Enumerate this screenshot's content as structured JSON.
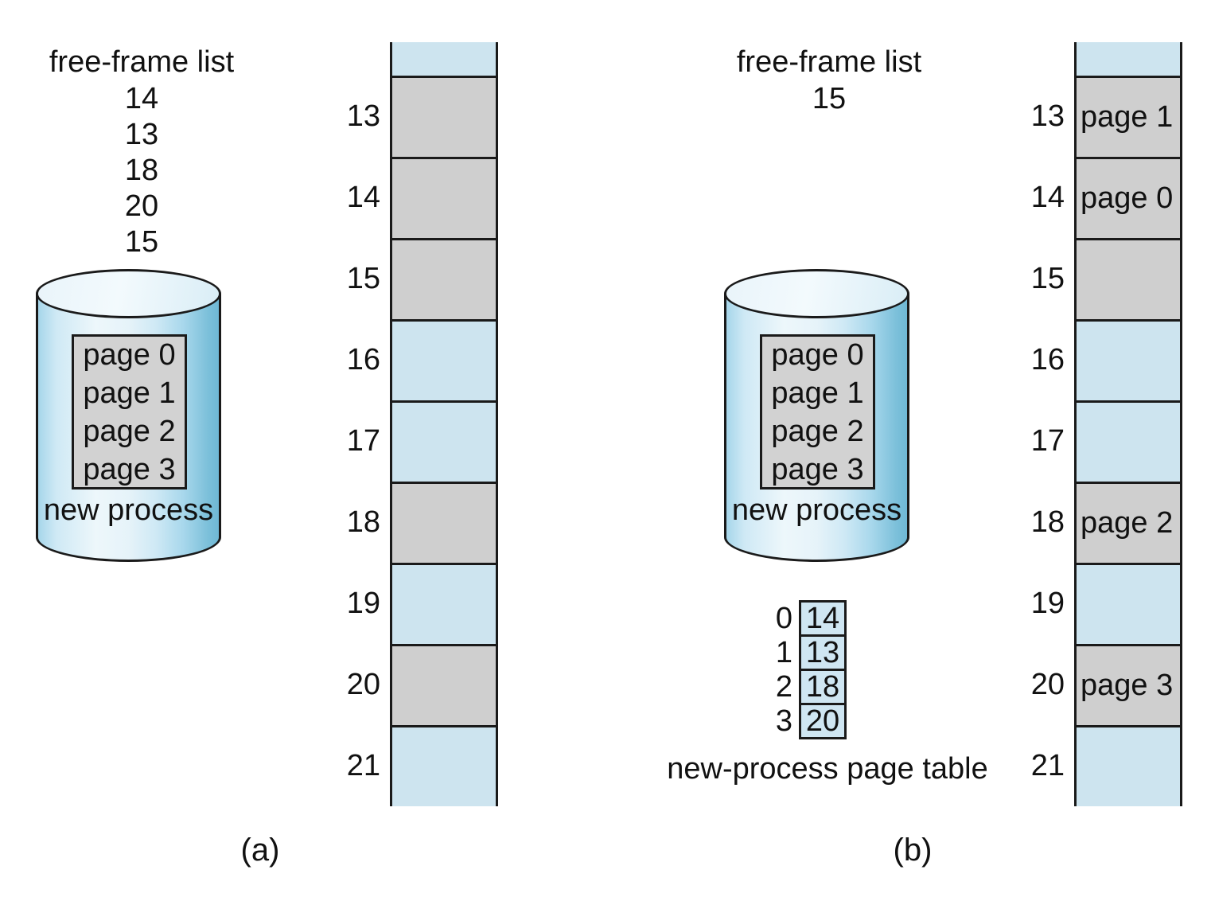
{
  "colors": {
    "free_frame_gray": "#cfcfcf",
    "other_frame_blue": "#cde4ef",
    "border_black": "#1a1a1a",
    "disk_blue_edge": "#7cc0da",
    "disk_highlight": "#edf7fb",
    "page_box_gray": "#d2d2d2",
    "page_table_cell_blue": "#cfe6f2"
  },
  "panel_a": {
    "caption": "(a)",
    "free_frame_list": {
      "title": "free-frame list",
      "values": [
        "14",
        "13",
        "18",
        "20",
        "15"
      ]
    },
    "disk": {
      "pages": [
        "page 0",
        "page 1",
        "page 2",
        "page 3"
      ],
      "label": "new process"
    },
    "memory": {
      "frames": [
        {
          "number": "",
          "content": "",
          "status": "other"
        },
        {
          "number": "13",
          "content": "",
          "status": "free"
        },
        {
          "number": "14",
          "content": "",
          "status": "free"
        },
        {
          "number": "15",
          "content": "",
          "status": "free"
        },
        {
          "number": "16",
          "content": "",
          "status": "other"
        },
        {
          "number": "17",
          "content": "",
          "status": "other"
        },
        {
          "number": "18",
          "content": "",
          "status": "free"
        },
        {
          "number": "19",
          "content": "",
          "status": "other"
        },
        {
          "number": "20",
          "content": "",
          "status": "free"
        },
        {
          "number": "21",
          "content": "",
          "status": "other"
        }
      ]
    }
  },
  "panel_b": {
    "caption": "(b)",
    "free_frame_list": {
      "title": "free-frame list",
      "values": [
        "15"
      ]
    },
    "disk": {
      "pages": [
        "page 0",
        "page 1",
        "page 2",
        "page 3"
      ],
      "label": "new process"
    },
    "page_table": {
      "label": "new-process page table",
      "rows": [
        {
          "index": "0",
          "value": "14"
        },
        {
          "index": "1",
          "value": "13"
        },
        {
          "index": "2",
          "value": "18"
        },
        {
          "index": "3",
          "value": "20"
        }
      ]
    },
    "memory": {
      "frames": [
        {
          "number": "",
          "content": "",
          "status": "other"
        },
        {
          "number": "13",
          "content": "page 1",
          "status": "allocated"
        },
        {
          "number": "14",
          "content": "page 0",
          "status": "allocated"
        },
        {
          "number": "15",
          "content": "",
          "status": "free"
        },
        {
          "number": "16",
          "content": "",
          "status": "other"
        },
        {
          "number": "17",
          "content": "",
          "status": "other"
        },
        {
          "number": "18",
          "content": "page 2",
          "status": "allocated"
        },
        {
          "number": "19",
          "content": "",
          "status": "other"
        },
        {
          "number": "20",
          "content": "page 3",
          "status": "allocated"
        },
        {
          "number": "21",
          "content": "",
          "status": "other"
        }
      ]
    }
  }
}
